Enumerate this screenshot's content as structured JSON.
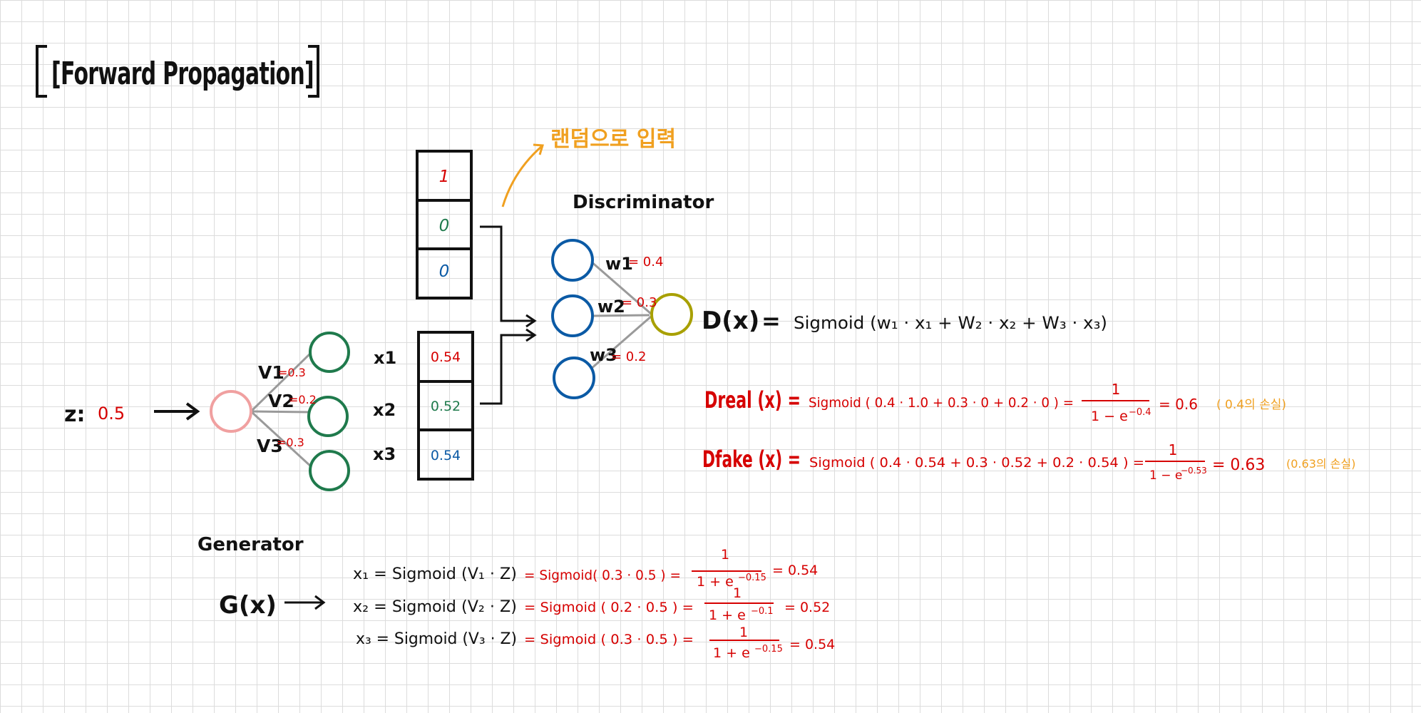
{
  "title": "[Forward Propagation]",
  "annotation": "랜덤으로 입력",
  "discriminator_label": "Discriminator",
  "generator_label": "Generator",
  "real_input": [
    "1",
    "0",
    "0"
  ],
  "fake_input": [
    "0.54",
    "0.52",
    "0.54"
  ],
  "x_labels": [
    "x1",
    "x2",
    "x3"
  ],
  "z_label": "z:",
  "z_value": "0.5",
  "v_weights": [
    {
      "name": "V1",
      "value": "=0.3"
    },
    {
      "name": "V2",
      "value": "=0.2"
    },
    {
      "name": "V3",
      "value": "=0.3"
    }
  ],
  "w_weights": [
    {
      "name": "w1",
      "value": "= 0.4"
    },
    {
      "name": "w2",
      "value": "= 0.3"
    },
    {
      "name": "w3",
      "value": "= 0.2"
    }
  ],
  "d_formula": {
    "lhs": "D(x)",
    "eq": "=",
    "rhs": "Sigmoid (w₁ · x₁ + W₂ · x₂ + W₃ · x₃)"
  },
  "d_real": {
    "lhs": "Dreal (x) =",
    "expr": "Sigmoid ( 0.4 · 1.0 + 0.3 · 0 + 0.2 · 0 ) =",
    "num": "1",
    "den_base": "1 − e",
    "den_exp": "−0.4",
    "result": "= 0.6",
    "loss": "( 0.4의 손실)"
  },
  "d_fake": {
    "lhs": "Dfake (x) =",
    "expr": "Sigmoid ( 0.4 · 0.54 + 0.3 · 0.52 + 0.2 · 0.54 ) =",
    "num": "1",
    "den_base": "1 − e",
    "den_exp": "−0.53",
    "result": "= 0.63",
    "loss": "(0.63의 손실)"
  },
  "g_label": "G(x)",
  "g_rows": [
    {
      "lhs": "x₁ = Sigmoid (V₁ · Z)",
      "sub": "= Sigmoid( 0.3 · 0.5 ) =",
      "num": "1",
      "den_base": "1 + e",
      "den_exp": "−0.15",
      "result": "= 0.54"
    },
    {
      "lhs": "x₂ = Sigmoid (V₂ · Z)",
      "sub": "= Sigmoid ( 0.2 · 0.5 ) =",
      "num": "1",
      "den_base": "1 + e",
      "den_exp": "−0.1",
      "result": "= 0.52"
    },
    {
      "lhs": "x₃ = Sigmoid (V₃ · Z)",
      "sub": "= Sigmoid ( 0.3 · 0.5 ) =",
      "num": "1",
      "den_base": "1 + e",
      "den_exp": "−0.15",
      "result": "= 0.54"
    }
  ],
  "colors": {
    "red": "#d60000",
    "green": "#1f7a4c",
    "blue": "#0b5aa5",
    "orange": "#f0a020",
    "pink": "#f0a0a0",
    "olive": "#a8a000",
    "gray": "#9a9a9a"
  }
}
